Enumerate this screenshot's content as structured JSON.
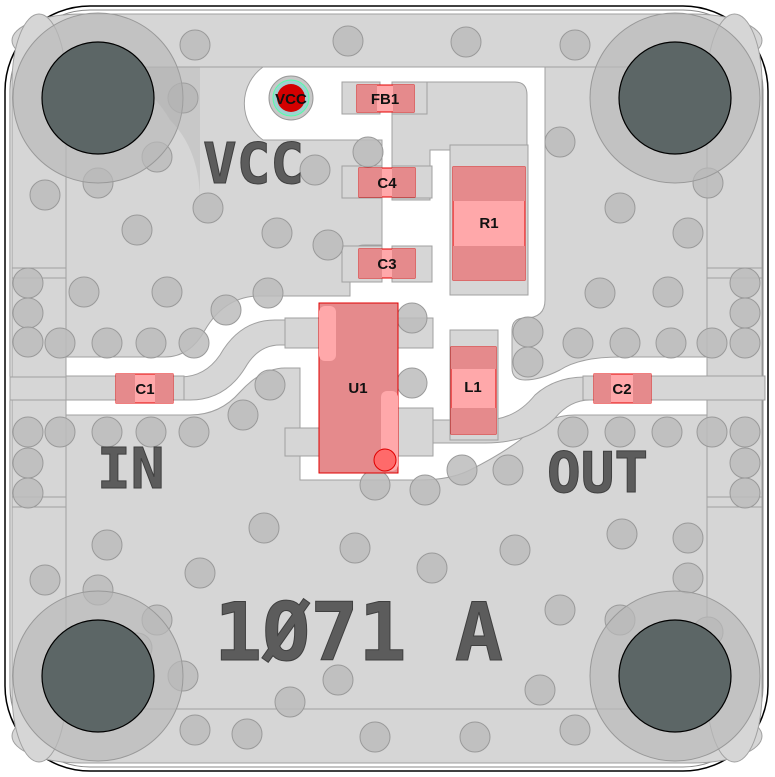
{
  "board": {
    "part_marking": "1Ø71 A",
    "silkscreen_labels": {
      "vcc": "VCC",
      "in": "IN",
      "out": "OUT"
    },
    "test_point": {
      "label": "VCC"
    },
    "components": [
      {
        "ref": "FB1",
        "type": "ferrite-bead"
      },
      {
        "ref": "C4",
        "type": "capacitor"
      },
      {
        "ref": "C3",
        "type": "capacitor"
      },
      {
        "ref": "R1",
        "type": "resistor"
      },
      {
        "ref": "U1",
        "type": "ic"
      },
      {
        "ref": "L1",
        "type": "inductor"
      },
      {
        "ref": "C1",
        "type": "capacitor"
      },
      {
        "ref": "C2",
        "type": "capacitor"
      }
    ],
    "colors": {
      "copper": "#d6d6d6",
      "via": "#bdbdbd",
      "mount_hole": "#5b6464",
      "component_fill": "#ffa8aa",
      "component_pad": "#e58a8c",
      "component_outline": "#e00000",
      "silkscreen": "#5c5c5c",
      "board_outline": "#000000"
    }
  }
}
